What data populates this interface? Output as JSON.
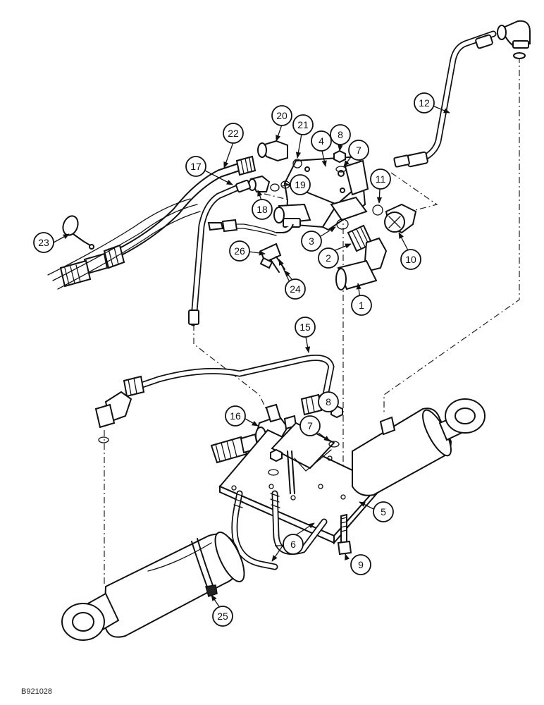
{
  "figure": {
    "drawing_code": "B921028",
    "callouts": [
      "1",
      "2",
      "3",
      "4",
      "5",
      "6",
      "7",
      "7",
      "8",
      "8",
      "9",
      "10",
      "11",
      "12",
      "15",
      "16",
      "17",
      "18",
      "19",
      "20",
      "21",
      "22",
      "23",
      "24",
      "25",
      "26"
    ]
  }
}
